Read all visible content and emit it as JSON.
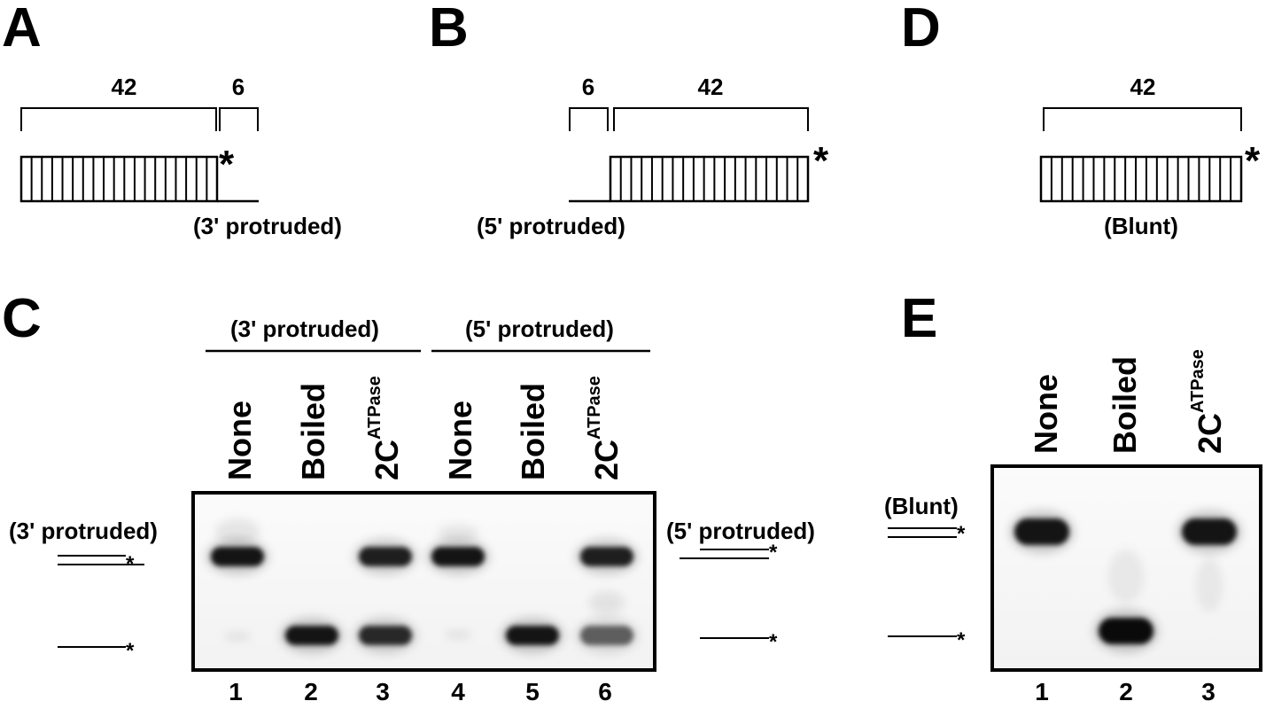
{
  "panels": {
    "A": {
      "letter": "A",
      "duplex_length": "42",
      "overhang_length": "6",
      "label": "(3' protruded)",
      "star": "*"
    },
    "B": {
      "letter": "B",
      "overhang_length": "6",
      "duplex_length": "42",
      "label": "(5' protruded)",
      "star": "*"
    },
    "D": {
      "letter": "D",
      "duplex_length": "42",
      "label": "(Blunt)",
      "star": "*"
    },
    "C": {
      "letter": "C",
      "group_left": "(3' protruded)",
      "group_right": "(5' protruded)",
      "lanes": [
        {
          "label": "None",
          "sup": "",
          "number": "1"
        },
        {
          "label": "Boiled",
          "sup": "",
          "number": "2"
        },
        {
          "label": "2C",
          "sup": "ATPase",
          "number": "3"
        },
        {
          "label": "None",
          "sup": "",
          "number": "4"
        },
        {
          "label": "Boiled",
          "sup": "",
          "number": "5"
        },
        {
          "label": "2C",
          "sup": "ATPase",
          "number": "6"
        }
      ],
      "left_marker_label": "(3' protruded)",
      "right_marker_label": "(5' protruded)",
      "star": "*",
      "bands": [
        {
          "lane": 1,
          "position": "upper",
          "intensity": 0.95
        },
        {
          "lane": 2,
          "position": "lower",
          "intensity": 0.95
        },
        {
          "lane": 3,
          "position": "upper",
          "intensity": 0.9
        },
        {
          "lane": 3,
          "position": "lower",
          "intensity": 0.85
        },
        {
          "lane": 4,
          "position": "upper",
          "intensity": 0.95
        },
        {
          "lane": 5,
          "position": "lower",
          "intensity": 0.95
        },
        {
          "lane": 6,
          "position": "upper",
          "intensity": 0.9
        },
        {
          "lane": 6,
          "position": "lower",
          "intensity": 0.6
        }
      ]
    },
    "E": {
      "letter": "E",
      "lanes": [
        {
          "label": "None",
          "sup": "",
          "number": "1"
        },
        {
          "label": "Boiled",
          "sup": "",
          "number": "2"
        },
        {
          "label": "2C",
          "sup": "ATPase",
          "number": "3"
        }
      ],
      "marker_label": "(Blunt)",
      "star": "*",
      "bands": [
        {
          "lane": 1,
          "position": "upper",
          "intensity": 0.95
        },
        {
          "lane": 2,
          "position": "lower",
          "intensity": 1.0
        },
        {
          "lane": 3,
          "position": "upper",
          "intensity": 0.95
        }
      ]
    }
  }
}
